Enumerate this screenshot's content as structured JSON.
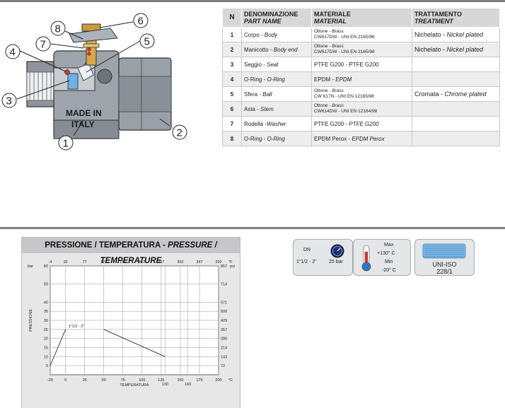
{
  "parts_table": {
    "headers": [
      {
        "main": "N",
        "sub": ""
      },
      {
        "main": "DENOMINAZIONE",
        "sub": "PART NAME"
      },
      {
        "main": "MATERIALE",
        "sub": "MATERIAL"
      },
      {
        "main": "TRATTAMENTO",
        "sub": "TREATMENT"
      }
    ],
    "rows": [
      {
        "n": "1",
        "name_it": "Corpo - ",
        "name_en": "Body",
        "mat_it": "Ottone - ",
        "mat_en": "Brass",
        "mat_std": "CW617DW - UNI EN 2165/98",
        "treat_it": "Nichelato - ",
        "treat_en": "Nickel plated"
      },
      {
        "n": "2",
        "name_it": "Manicotto - ",
        "name_en": "Body end",
        "mat_it": "Ottone - ",
        "mat_en": "Brass",
        "mat_std": "CW617DW - UNI EN 2165/98",
        "treat_it": "Nichelato - ",
        "treat_en": "Nickel plated"
      },
      {
        "n": "3",
        "name_it": "Seggio - ",
        "name_en": "Seat",
        "mat_it": "PTFE G200 - PTFE G200",
        "mat_en": "",
        "mat_std": "",
        "treat_it": "",
        "treat_en": ""
      },
      {
        "n": "4",
        "name_it": "O-Ring - ",
        "name_en": "O-Ring",
        "mat_it": "EPDM - ",
        "mat_en": "EPDM",
        "mat_std": "",
        "treat_it": "",
        "treat_en": ""
      },
      {
        "n": "5",
        "name_it": "Sfera - ",
        "name_en": "Ball",
        "mat_it": "Ottone - ",
        "mat_en": "Brass",
        "mat_std": "CW 617N - UNI EN 12165/98",
        "treat_it": "Cromata - ",
        "treat_en": "Chrome plated"
      },
      {
        "n": "6",
        "name_it": "Asta - ",
        "name_en": "Stem",
        "mat_it": "Ottone - ",
        "mat_en": "Brass",
        "mat_std": "CW614DW - UNI EN 12164/98",
        "treat_it": "",
        "treat_en": ""
      },
      {
        "n": "7",
        "name_it": "Rodella -",
        "name_en": "Washer",
        "mat_it": "PTFE G200 - ",
        "mat_en": "PTFE G200",
        "mat_std": "",
        "treat_it": "",
        "treat_en": ""
      },
      {
        "n": "8",
        "name_it": "O-Ring - ",
        "name_en": "O-Ring",
        "mat_it": "EPDM Perox - ",
        "mat_en": "EPDM Perox",
        "mat_std": "",
        "treat_it": "",
        "treat_en": ""
      }
    ]
  },
  "valve_drawing": {
    "callouts": [
      "1",
      "2",
      "3",
      "4",
      "5",
      "6",
      "7",
      "8"
    ],
    "stamp_lines": [
      "MADE IN",
      "ITALY"
    ]
  },
  "chart_data": {
    "type": "line",
    "title_main": "PRESSIONE / TEMPERATURA - ",
    "title_sub": "PRESSURE / TEMPERATURE",
    "xlabel": "TEMPERATURA",
    "ylabel": "PRESSIONE",
    "x_unit": "°C",
    "x_unit_top": "°F",
    "y_unit": "bar",
    "y_unit_right": "psi",
    "xlim": [
      -20,
      200
    ],
    "ylim": [
      0,
      60
    ],
    "x_ticks": [
      -20,
      0,
      25,
      50,
      75,
      100,
      125,
      150,
      175,
      200
    ],
    "x_ticks_extra": [
      130,
      160
    ],
    "x_ticks_top": [
      "-4",
      "32",
      "77",
      "122",
      "167",
      "212",
      "257",
      "302",
      "347",
      "392"
    ],
    "y_ticks": [
      5,
      10,
      15,
      20,
      25,
      30,
      35,
      40,
      50,
      60
    ],
    "y_ticks_right": [
      "72",
      "143",
      "214",
      "286",
      "357",
      "429",
      "500",
      "571",
      "714",
      "857"
    ],
    "grid": true,
    "series": [
      {
        "name": "1\"1/2 - 2\"",
        "x": [
          -20,
          0
        ],
        "y": [
          5,
          25
        ]
      },
      {
        "name": "",
        "x": [
          50,
          130
        ],
        "y": [
          25,
          10
        ]
      }
    ]
  },
  "specs": {
    "dn_label": "DN",
    "dn_range": "1\"1/2 - 2\"",
    "pressure": "25 bar",
    "temp_max_label": "Max",
    "temp_max": "+130° C",
    "temp_min_label": "Min",
    "temp_min": "-20° C",
    "standard_line1": "UNI-ISO",
    "standard_line2": "228/1"
  },
  "colors": {
    "rule": "#7d7f86",
    "table_header": "#d7d7d8",
    "chart_bg": "#e7e7e7",
    "chart_title_bg": "#c7c7c9",
    "thermo_red": "#d32f2f",
    "thermo_blue": "#2a78c8",
    "gauge_blue": "#1f2f6e",
    "seal_blue": "#7db9e8",
    "brass": "#d6a84a"
  }
}
